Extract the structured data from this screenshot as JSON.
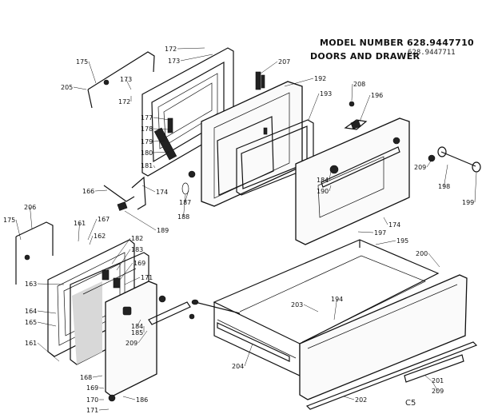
{
  "header": {
    "title": "MODEL NUMBER 628.9447710",
    "subtitle": "628.9447711",
    "section": "DOORS AND DRAWER"
  },
  "corner_code": "C5",
  "callouts": [
    "172",
    "173",
    "175",
    "205",
    "173",
    "172",
    "207",
    "192",
    "177",
    "178",
    "179",
    "180",
    "181",
    "166",
    "174",
    "187",
    "188",
    "189",
    "193",
    "208",
    "196",
    "184",
    "190",
    "209",
    "198",
    "199",
    "174",
    "197",
    "195",
    "200",
    "206",
    "175",
    "161",
    "167",
    "162",
    "182",
    "183",
    "169",
    "171",
    "163",
    "164",
    "165",
    "161",
    "184",
    "185",
    "209",
    "168",
    "169",
    "170",
    "171",
    "186",
    "203",
    "194",
    "204",
    "201",
    "209",
    "202"
  ]
}
